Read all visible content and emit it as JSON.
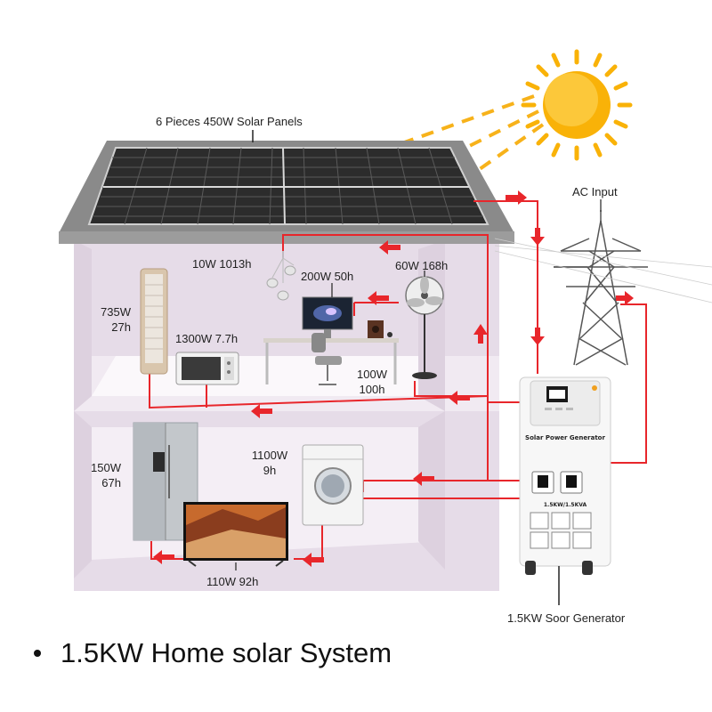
{
  "title": "1.5KW Home solar System",
  "labels": {
    "solar_panels": "6 Pieces 450W Solar Panels",
    "ac_input": "AC Input",
    "generator": "1.5KW Soor Generator"
  },
  "appliances": {
    "heater": {
      "power": "735W",
      "hours": "27h"
    },
    "microwave": "1300W 7.7h",
    "lamp": "10W 1013h",
    "computer": "200W 50h",
    "fan": "60W 168h",
    "speaker": {
      "power": "100W",
      "hours": "100h"
    },
    "fridge": {
      "power": "150W",
      "hours": "67h"
    },
    "washer": {
      "power": "1100W",
      "hours": "9h"
    },
    "tv": "110W 92h"
  },
  "generator_panel": {
    "header": "Solar Power Generator",
    "rating": "1.5KW/1.5KVA"
  },
  "colors": {
    "wire": "#e8262b",
    "house_wall": "#e6dce8",
    "roof": "#8a8a8a",
    "sun": "#f9b208",
    "panel": "#2c2c2c"
  }
}
